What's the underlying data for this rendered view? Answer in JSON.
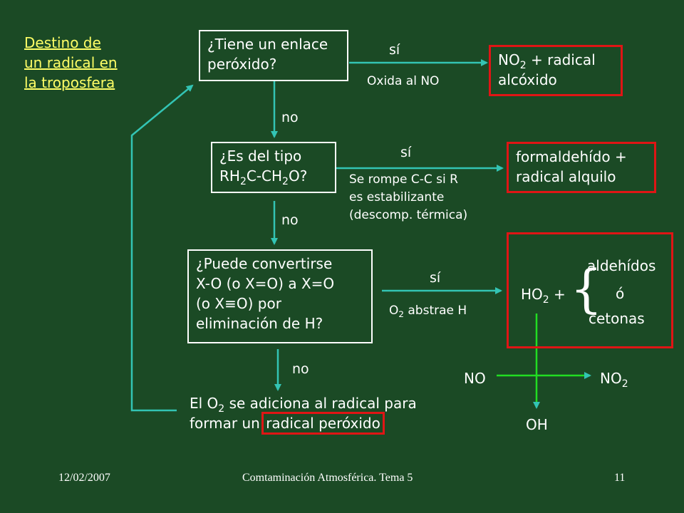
{
  "title_lines": [
    "Destino de",
    "un radical en",
    "la troposfera"
  ],
  "q1": {
    "line1": "¿Tiene un enlace",
    "line2": "peróxido?"
  },
  "q2": {
    "line1": "¿Es del tipo",
    "line2_a": "RH",
    "line2_sub1": "2",
    "line2_b": "C-CH",
    "line2_sub2": "2",
    "line2_c": "O?"
  },
  "q3": {
    "line1": "¿Puede convertirse",
    "line2": "X-O (o X=O) a X=O",
    "line3": "(o X≡O) por",
    "line4": "eliminación de H?"
  },
  "r1": {
    "a": "NO",
    "sub": "2",
    "b": " + radical",
    "line2": "alcóxido"
  },
  "r2": {
    "line1": "formaldehído +",
    "line2": "radical  alquilo"
  },
  "r3": {
    "ho_a": "HO",
    "ho_sub": "2",
    "ho_b": " +",
    "opt1": "aldehídos",
    "opt2": "ó",
    "opt3": "cetonas"
  },
  "si": [
    "sí",
    "sí",
    "sí"
  ],
  "no": [
    "no",
    "no",
    "no"
  ],
  "notes": {
    "n1": "Oxida al NO",
    "n2": [
      "Se rompe C-C si R",
      "es estabilizante",
      "(descomp. térmica)"
    ],
    "n3_a": "O",
    "n3_sub": "2",
    "n3_b": " abstrae H"
  },
  "final": {
    "l1_a": "El O",
    "l1_sub": "2",
    "l1_b": " se adiciona al radical para",
    "l2_a": "formar un ",
    "l2_hl": "radical peróxido"
  },
  "reaction": {
    "no": "NO",
    "no2_a": "NO",
    "no2_sub": "2",
    "oh": "OH"
  },
  "footer": {
    "date": "12/02/2007",
    "center": "Comtaminación Atmosférica. Tema 5",
    "page": "11"
  },
  "colors": {
    "background": "#1b4a25",
    "arrow": "#33c4b4",
    "highlight_box": "#e01515",
    "title": "#ffff66"
  }
}
